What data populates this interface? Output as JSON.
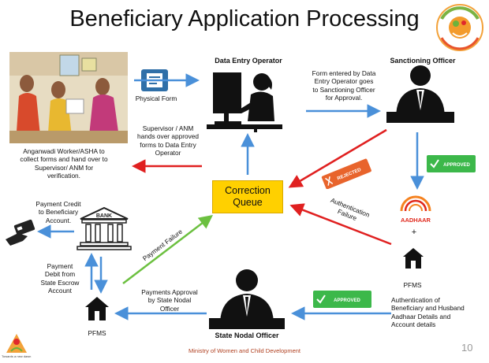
{
  "title": "Beneficiary Application Processing",
  "labels": {
    "data_entry_operator": "Data Entry Operator",
    "sanctioning_officer": "Sanctioning Officer",
    "state_nodal_officer": "State Nodal Officer",
    "physical_form": "Physical Form",
    "form_entered": [
      "Form entered by Data",
      "Entry Operator goes",
      "to Sanctioning Officer",
      "for Approval."
    ],
    "supervisor_handover": [
      "Supervisor / ANM",
      "hands over approved",
      "forms to Data Entry",
      "Operator"
    ],
    "anganwadi": [
      "Anganwadi Worker/ASHA to",
      "collect forms and hand over to",
      "Supervisor/ ANM for",
      "verification."
    ],
    "correction_queue": [
      "Correction",
      "Queue"
    ],
    "payment_credit": [
      "Payment Credit",
      "to Beneficiary",
      "Account."
    ],
    "payment_debit": [
      "Payment",
      "Debit from",
      "State Escrow",
      "Account"
    ],
    "pfms_left": "PFMS",
    "pfms_right": "PFMS",
    "payment_failure": "Payment Failure",
    "authentication_failure": [
      "Authentication",
      "Failure"
    ],
    "payments_approval": [
      "Payments Approval",
      "by State Nodal",
      "Officer"
    ],
    "authentication_details": [
      "Authentication of",
      "Beneficiary and Husband",
      "Aadhaar Details and",
      "Account details"
    ],
    "plus": "+",
    "bank": "BANK",
    "aadhaar": "AADHAAR",
    "rejected": "REJECTED",
    "approved": "APPROVED",
    "footer": "Ministry of Women and Child Development",
    "page_number": "10",
    "logo_caption": "Towards a new dawn"
  },
  "colors": {
    "arrow_blue": "#4a90d9",
    "arrow_red": "#e02020",
    "arrow_green": "#6cc040",
    "queue_fill": "#ffd000",
    "approved_green": "#3cb84a",
    "rejected_orange": "#e8642c",
    "aadhaar_orange": "#f58220",
    "aadhaar_red": "#e0281c"
  }
}
